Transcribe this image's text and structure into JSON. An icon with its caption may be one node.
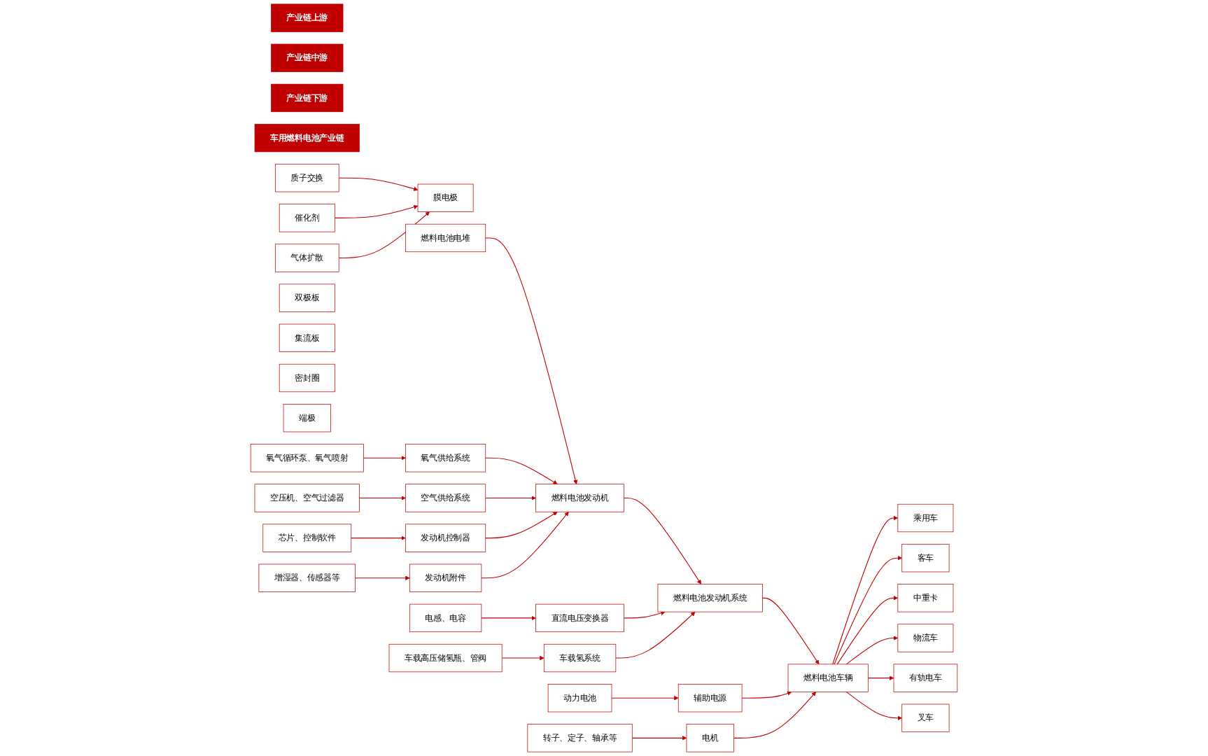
{
  "diagram": {
    "nodes": [
      {
        "text": [
          "产业链上游"
        ]
      },
      {
        "text": [
          "产业链中游"
        ]
      },
      {
        "text": [
          "产业链下游"
        ]
      },
      {
        "text": [
          "车用燃料电池产业链"
        ]
      },
      {
        "text": [
          "质子交换"
        ]
      },
      {
        "text": [
          "催化剂"
        ]
      },
      {
        "text": [
          "气体扩散"
        ]
      },
      {
        "text": [
          "膜电极"
        ]
      },
      {
        "text": [
          "双极板"
        ]
      },
      {
        "text": [
          "集流板"
        ]
      },
      {
        "text": [
          "密封圈"
        ]
      },
      {
        "text": [
          "端极"
        ]
      },
      {
        "text": [
          "氧气循环泵、氧气喷射"
        ]
      },
      {
        "text": [
          "空压机、空气过滤器"
        ]
      },
      {
        "text": [
          "芯片、控制软件"
        ]
      },
      {
        "text": [
          "增湿器、传感器等"
        ]
      },
      {
        "text": [
          "电感、电容"
        ]
      },
      {
        "text": [
          "车载高压储氢瓶、管阀"
        ]
      },
      {
        "text": [
          "动力电池"
        ]
      },
      {
        "text": [
          "转子、定子、轴承等"
        ]
      },
      {
        "text": [
          "燃料电池电堆"
        ]
      },
      {
        "text": [
          "氧气供给系统"
        ]
      },
      {
        "text": [
          "空气供给系统"
        ]
      },
      {
        "text": [
          "发动机控制器"
        ]
      },
      {
        "text": [
          "发动机附件"
        ]
      },
      {
        "text": [
          "直流电压变换器"
        ]
      },
      {
        "text": [
          "车载氢系统"
        ]
      },
      {
        "text": [
          "辅助电源"
        ]
      },
      {
        "text": [
          "电机"
        ]
      },
      {
        "text": [
          "燃料电池发动机"
        ]
      },
      {
        "text": [
          "燃料电池发动机系统"
        ]
      },
      {
        "text": [
          "燃料电池车辆"
        ]
      },
      {
        "text": [
          "乘用车"
        ]
      },
      {
        "text": [
          "客车"
        ]
      },
      {
        "text": [
          "中重卡"
        ]
      },
      {
        "text": [
          "物流车"
        ]
      },
      {
        "text": [
          "有轨电车"
        ]
      },
      {
        "text": [
          "叉车"
        ]
      }
    ],
    "edges": [
      {
        "from": 4,
        "to": 7,
        "arrow": "to"
      },
      {
        "from": 5,
        "to": 7,
        "arrow": "to"
      },
      {
        "from": 6,
        "to": 7,
        "arrow": "to"
      },
      {
        "from": 12,
        "to": 21,
        "arrow": "to"
      },
      {
        "from": 13,
        "to": 22,
        "arrow": "to"
      },
      {
        "from": 14,
        "to": 23,
        "arrow": "to"
      },
      {
        "from": 15,
        "to": 24,
        "arrow": "to"
      },
      {
        "from": 16,
        "to": 25,
        "arrow": "to"
      },
      {
        "from": 17,
        "to": 26,
        "arrow": "to"
      },
      {
        "from": 18,
        "to": 27,
        "arrow": "to"
      },
      {
        "from": 19,
        "to": 28,
        "arrow": "to"
      },
      {
        "from": 20,
        "to": 29,
        "arrow": "to"
      },
      {
        "from": 21,
        "to": 29,
        "arrow": "to"
      },
      {
        "from": 22,
        "to": 29,
        "arrow": "to"
      },
      {
        "from": 23,
        "to": 29,
        "arrow": "to"
      },
      {
        "from": 24,
        "to": 29,
        "arrow": "to"
      },
      {
        "from": 29,
        "to": 30,
        "arrow": "to"
      },
      {
        "from": 25,
        "to": 30,
        "arrow": "to"
      },
      {
        "from": 26,
        "to": 30,
        "arrow": "to"
      },
      {
        "from": 30,
        "to": 31,
        "arrow": "to"
      },
      {
        "from": 27,
        "to": 31,
        "arrow": "to"
      },
      {
        "from": 28,
        "to": 31,
        "arrow": "to"
      },
      {
        "from": 31,
        "to": 32,
        "arrow": "to"
      },
      {
        "from": 31,
        "to": 33,
        "arrow": "to"
      },
      {
        "from": 31,
        "to": 34,
        "arrow": "to"
      },
      {
        "from": 31,
        "to": 35,
        "arrow": "to"
      },
      {
        "from": 31,
        "to": 36,
        "arrow": "to"
      },
      {
        "from": 31,
        "to": 37,
        "arrow": "to"
      }
    ]
  }
}
